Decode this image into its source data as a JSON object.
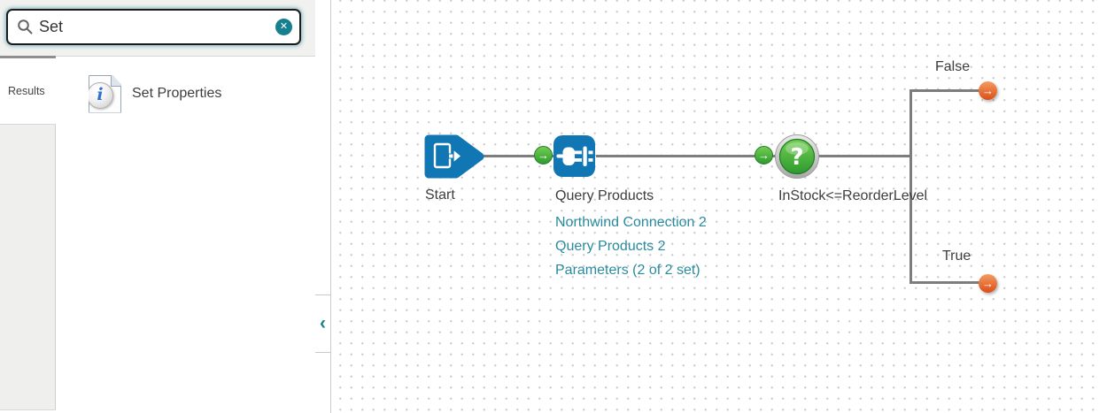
{
  "search": {
    "value": "Set",
    "clear_glyph": "✕"
  },
  "tabs": {
    "results_label": "Results"
  },
  "results": {
    "items": [
      {
        "label": "Set Properties"
      }
    ]
  },
  "collapse": {
    "chevron_glyph": "‹"
  },
  "icons": {
    "arrow_right": "→"
  },
  "canvas": {
    "nodes": [
      {
        "id": "start",
        "label": "Start"
      },
      {
        "id": "query-products",
        "label": "Query Products",
        "sublabels": [
          "Northwind Connection 2",
          "Query Products 2",
          "Parameters (2 of 2 set)"
        ]
      },
      {
        "id": "decision",
        "label": "InStock<=ReorderLevel",
        "glyph": "?"
      }
    ],
    "branches": [
      {
        "label": "False"
      },
      {
        "label": "True"
      }
    ]
  },
  "colors": {
    "node_blue": "#1176b4",
    "connector_gray": "#7d7d7d",
    "teal_accent": "#17808f",
    "sublabel_teal": "#2a8b9e",
    "badge_green": "#2f9b2f",
    "badge_orange": "#dc4d17"
  }
}
